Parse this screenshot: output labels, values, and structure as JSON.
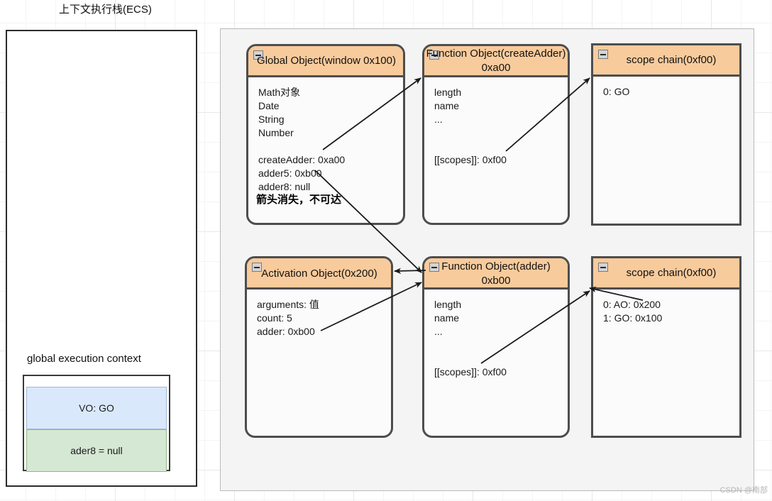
{
  "canvas": {
    "ecs_title": "上下文执行栈(ECS)",
    "watermark": "CSDN @南部",
    "note_unreachable": "箭头消失，不可达",
    "colors": {
      "header_fill": "#f8cb9c",
      "card_border": "#4d4d4d",
      "panel_fill": "#f4f4f4",
      "vo_cell_fill": "#dae8fc",
      "ader_cell_fill": "#d5e8d4"
    }
  },
  "ecs_panel": {
    "gec_label": "global execution context",
    "frame": {
      "vo_cell": "VO: GO",
      "ader_cell": "ader8 = null"
    }
  },
  "cards": {
    "global_object": {
      "title": "Global Object(window 0x100)",
      "rows": [
        "Math对象",
        "Date",
        "String",
        "Number"
      ],
      "rows2": [
        "createAdder: 0xa00",
        "adder5: 0xb00",
        "adder8: null"
      ]
    },
    "function_create_adder": {
      "title_line1": "Function Object(createAdder)",
      "title_line2": "0xa00",
      "rows": [
        "length",
        "name",
        "..."
      ],
      "scopes": "[[scopes]]: 0xf00"
    },
    "scope_chain_top": {
      "title": "scope chain(0xf00)",
      "rows": [
        "0: GO"
      ]
    },
    "activation_object": {
      "title": "Activation Object(0x200)",
      "rows": [
        "arguments: 值",
        "count: 5",
        "adder: 0xb00"
      ]
    },
    "function_adder": {
      "title_line1": "Function Object(adder)",
      "title_line2": "0xb00",
      "rows": [
        "length",
        "name",
        "..."
      ],
      "scopes": "[[scopes]]: 0xf00"
    },
    "scope_chain_bottom": {
      "title": "scope chain(0xf00)",
      "rows": [
        "0: AO: 0x200",
        "1: GO: 0x100"
      ]
    }
  }
}
